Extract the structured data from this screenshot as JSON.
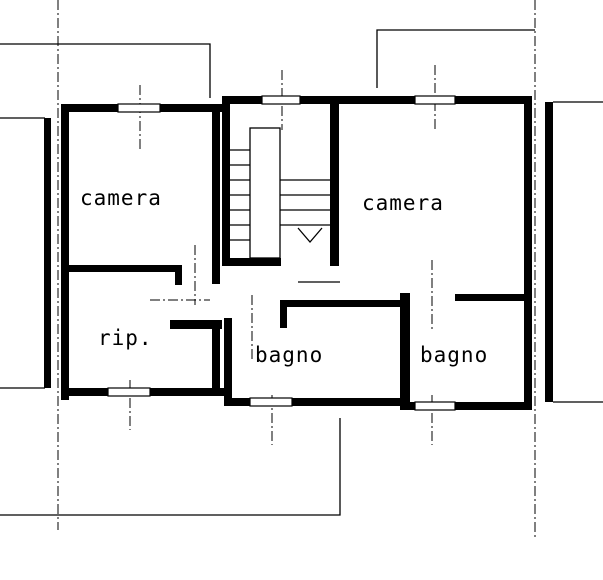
{
  "plan": {
    "rooms": [
      {
        "id": "camera-left",
        "label": "camera"
      },
      {
        "id": "camera-right",
        "label": "camera"
      },
      {
        "id": "ripostiglio",
        "label": "rip."
      },
      {
        "id": "bagno-center",
        "label": "bagno"
      },
      {
        "id": "bagno-right",
        "label": "bagno"
      }
    ]
  }
}
